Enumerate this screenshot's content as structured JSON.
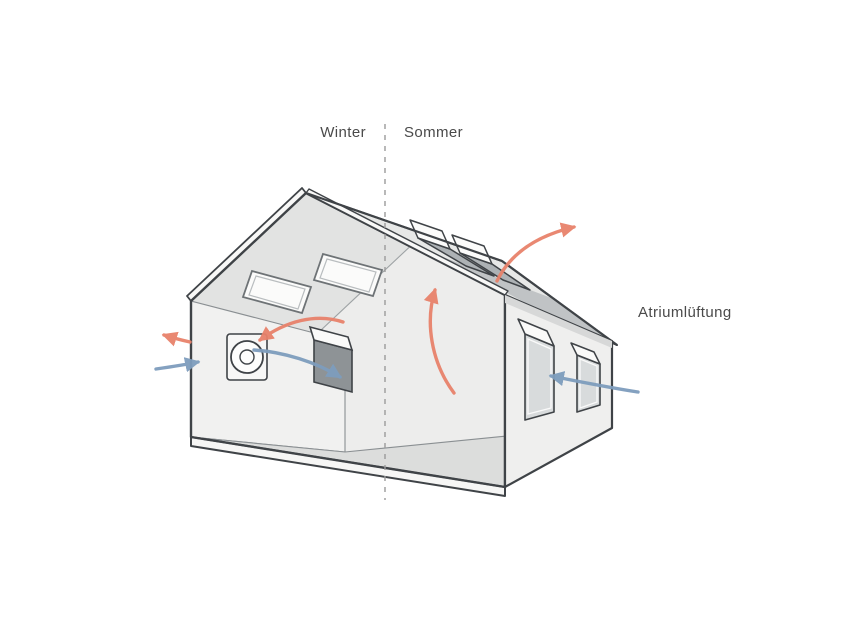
{
  "diagram": {
    "season_left_label": "Winter",
    "season_right_label": "Sommer",
    "system_label": "Atriumlüftung"
  },
  "colors": {
    "warm_air": "#E8826B",
    "cool_air": "#7E9DBD",
    "outline": "#3F4347",
    "text": "#4A4A4A",
    "divider": "#9B9B9B",
    "wall": "#EFEFEE",
    "roof": "#E7E8E7",
    "roof_shade": "#C0C3C5",
    "interior": "#EDEDEC",
    "floor": "#DCDDDC",
    "glass": "#D8DBDC"
  }
}
